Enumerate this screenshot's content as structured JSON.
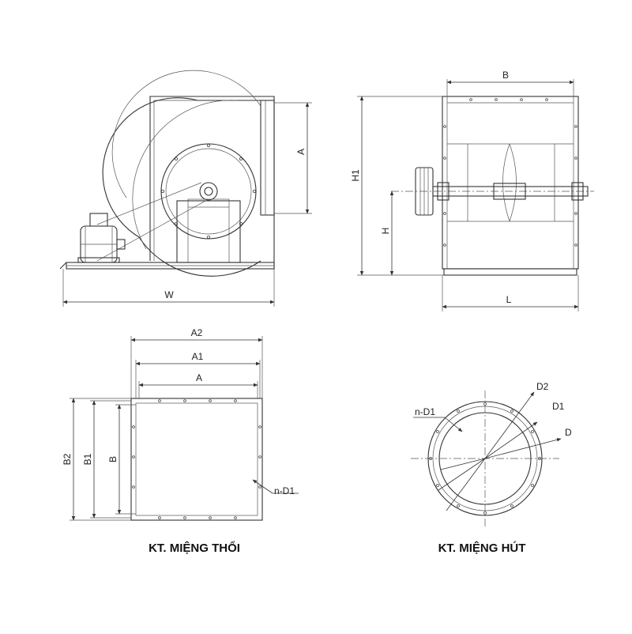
{
  "side_view": {
    "dim_width": "W",
    "dim_outlet": "A"
  },
  "front_view": {
    "dim_width": "B",
    "dim_total_height": "H1",
    "dim_shaft_height": "H",
    "dim_length": "L"
  },
  "outlet_view": {
    "dim_a2": "A2",
    "dim_a1": "A1",
    "dim_a": "A",
    "dim_b2": "B2",
    "dim_b1": "B1",
    "dim_b": "B",
    "hole_callout": "n-D1",
    "caption": "KT. MIỆNG THỔI"
  },
  "inlet_view": {
    "dim_d2": "D2",
    "dim_d1": "D1",
    "dim_d": "D",
    "hole_callout": "n-D1",
    "caption": "KT. MIỆNG HÚT"
  }
}
